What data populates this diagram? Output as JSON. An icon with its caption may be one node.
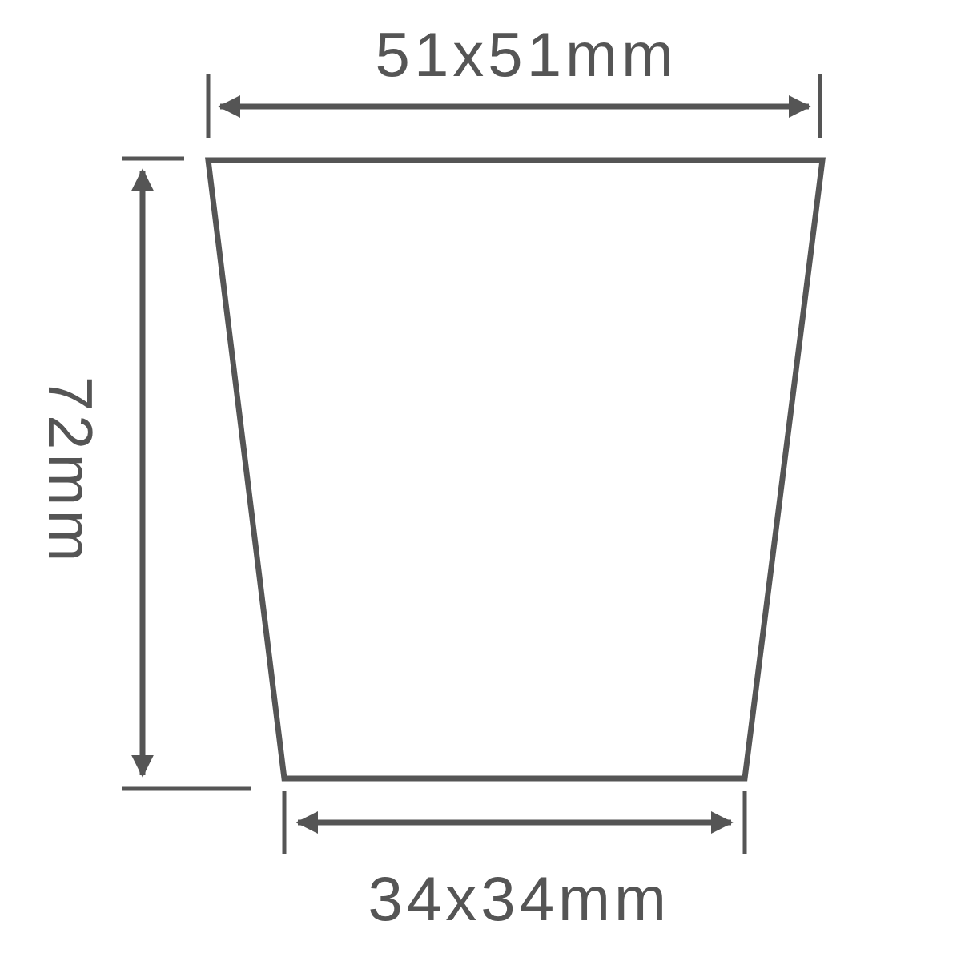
{
  "diagram": {
    "labels": [
      "51x51mm",
      "72mm",
      "34x34mm"
    ]
  }
}
